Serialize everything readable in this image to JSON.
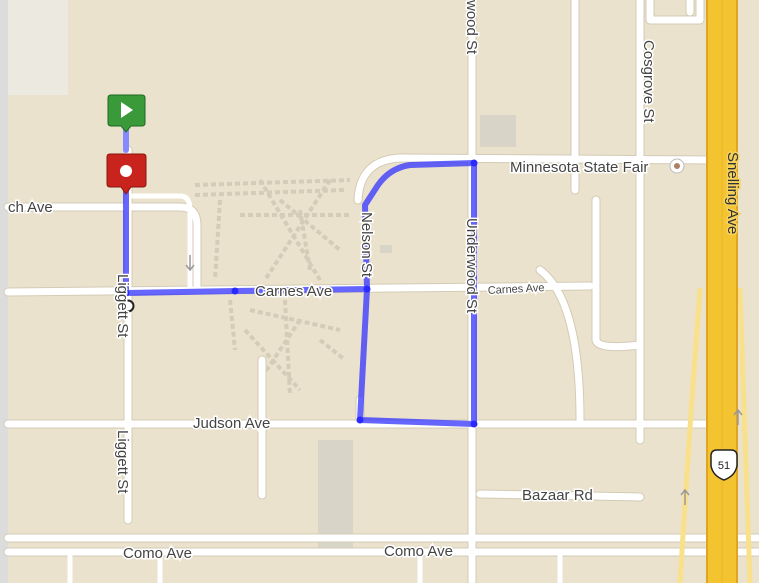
{
  "map": {
    "colors": {
      "land": "#eae2cd",
      "road": "#ffffff",
      "road_edge": "#d3cbb6",
      "highway": "#f4c430",
      "highway_edge": "#e0a520",
      "route": "#3333ff",
      "park": "#d6cfbd",
      "start_marker": "#3a9a3a",
      "end_marker": "#c8231c"
    },
    "streets": {
      "liggett_upper": "Liggett St",
      "liggett_lower": "Liggett St",
      "nelson": "Nelson St",
      "underwood": "Underwood St",
      "underwood_top": "wood St",
      "cosgrove": "Cosgrove St",
      "snelling": "Snelling Ave",
      "branch_ave": "ch Ave",
      "carnes_1": "Carnes Ave",
      "carnes_2": "Carnes Ave",
      "judson": "Judson Ave",
      "bazaar": "Bazaar Rd",
      "como_1": "Como Ave",
      "como_2": "Como Ave"
    },
    "pois": {
      "fair": "Minnesota State Fair"
    },
    "shields": {
      "hwy51": "51"
    },
    "markers": {
      "start": "start-marker",
      "end": "end-marker"
    }
  }
}
